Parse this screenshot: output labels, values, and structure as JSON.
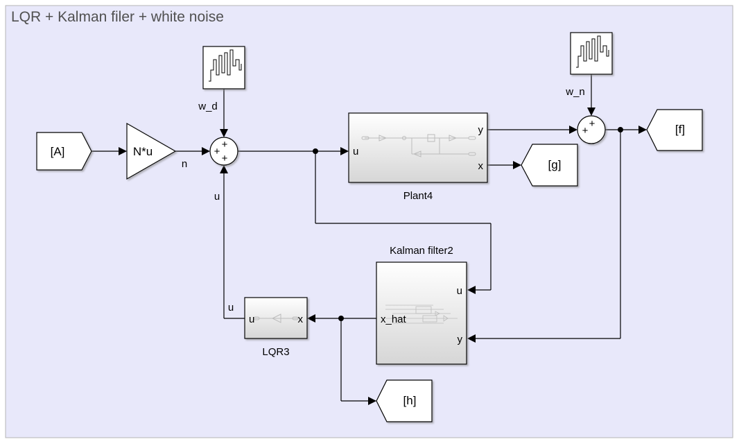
{
  "area": {
    "title": "LQR + Kalman filer + white noise",
    "bg_color": "#e8e8fa",
    "border_color": "#b4b4b4"
  },
  "blocks": {
    "from_A": {
      "label": "[A]"
    },
    "gain": {
      "label": "N*u",
      "out_label": "n"
    },
    "noise_d": {
      "label": "w_d"
    },
    "noise_n": {
      "label": "w_n"
    },
    "sum1": {
      "signs": [
        "+",
        "+",
        "+"
      ]
    },
    "sum2": {
      "signs": [
        "+",
        "+"
      ]
    },
    "plant": {
      "name": "Plant4",
      "in_u": "u",
      "out_y": "y",
      "out_x": "x"
    },
    "goto_f": {
      "label": "[f]"
    },
    "goto_g": {
      "label": "[g]"
    },
    "goto_h": {
      "label": "[h]"
    },
    "kalman": {
      "name": "Kalman filter2",
      "in_u": "u",
      "in_y": "y",
      "out_xhat": "x_hat"
    },
    "lqr": {
      "name": "LQR3",
      "in_x": "x",
      "out_u": "u",
      "out_label": "u"
    },
    "feedback_label": "u"
  }
}
